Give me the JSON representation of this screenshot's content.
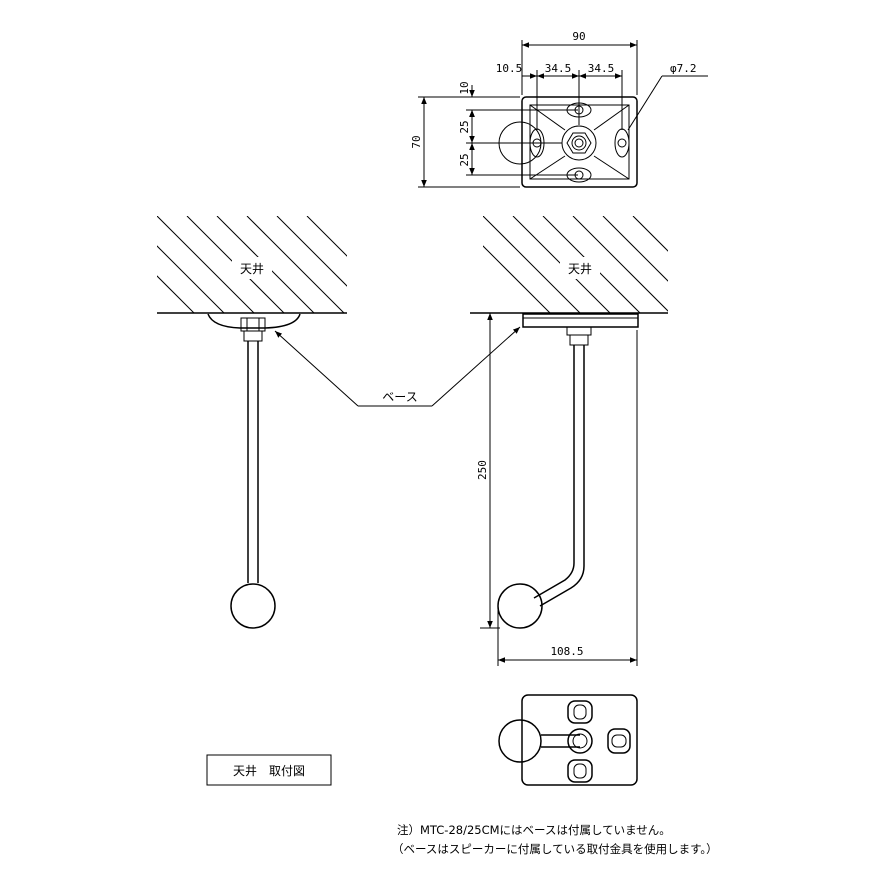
{
  "top_view": {
    "width": "90",
    "left_offset": "10.5",
    "spacing_a": "34.5",
    "spacing_b": "34.5",
    "hole_dia": "φ7.2",
    "height": "70",
    "top_offset": "10",
    "spacing_c": "25",
    "spacing_d": "25"
  },
  "labels": {
    "ceiling_left": "天井",
    "ceiling_right": "天井",
    "base": "ベース",
    "drop_length": "250",
    "reach": "108.5"
  },
  "title_box": {
    "text": "天井　取付図"
  },
  "notes": [
    "注）MTC-28/25CMにはベースは付属していません。",
    "（ベースはスピーカーに付属している取付金具を使用します。）"
  ]
}
